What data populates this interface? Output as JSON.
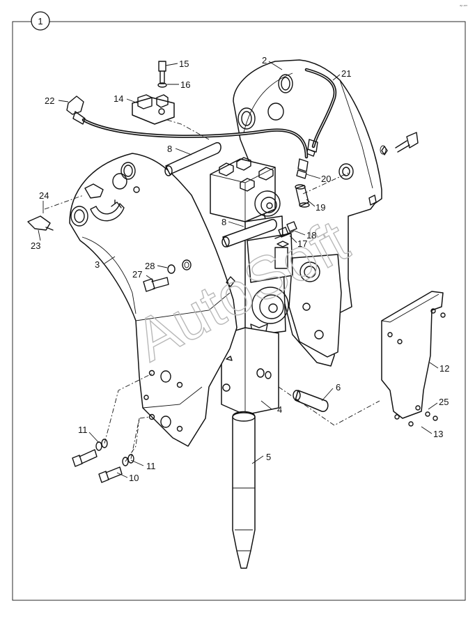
{
  "figure": {
    "group_number": "1",
    "watermark": "AutoSoft",
    "corner_mark": "ap-am"
  },
  "callouts": [
    {
      "id": "c2",
      "label": "2"
    },
    {
      "id": "c3",
      "label": "3"
    },
    {
      "id": "c4",
      "label": "4"
    },
    {
      "id": "c5",
      "label": "5"
    },
    {
      "id": "c6",
      "label": "6"
    },
    {
      "id": "c8a",
      "label": "8"
    },
    {
      "id": "c8b",
      "label": "8"
    },
    {
      "id": "c10",
      "label": "10"
    },
    {
      "id": "c11a",
      "label": "11"
    },
    {
      "id": "c11b",
      "label": "11"
    },
    {
      "id": "c12",
      "label": "12"
    },
    {
      "id": "c13",
      "label": "13"
    },
    {
      "id": "c14",
      "label": "14"
    },
    {
      "id": "c15",
      "label": "15"
    },
    {
      "id": "c16",
      "label": "16"
    },
    {
      "id": "c17",
      "label": "17"
    },
    {
      "id": "c18",
      "label": "18"
    },
    {
      "id": "c19",
      "label": "19"
    },
    {
      "id": "c20",
      "label": "20"
    },
    {
      "id": "c21",
      "label": "21"
    },
    {
      "id": "c22",
      "label": "22"
    },
    {
      "id": "c23",
      "label": "23"
    },
    {
      "id": "c24",
      "label": "24"
    },
    {
      "id": "c25",
      "label": "25"
    },
    {
      "id": "c27",
      "label": "27"
    },
    {
      "id": "c28",
      "label": "28"
    }
  ]
}
